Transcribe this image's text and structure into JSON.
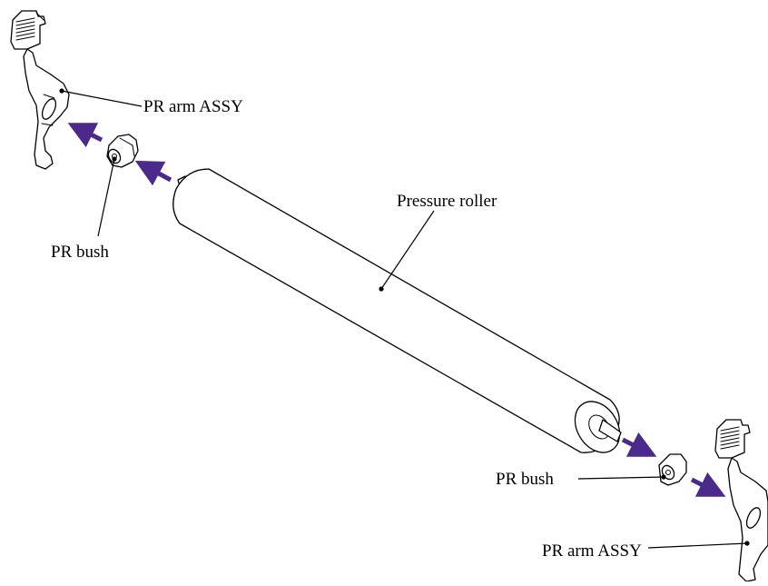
{
  "diagram": {
    "labels": {
      "pr_arm_assy_top": "PR arm ASSY",
      "pr_bush_left": "PR bush",
      "pressure_roller": "Pressure roller",
      "pr_bush_right": "PR bush",
      "pr_arm_assy_bottom": "PR arm ASSY"
    },
    "arrow_color": "#4b2a8c"
  }
}
